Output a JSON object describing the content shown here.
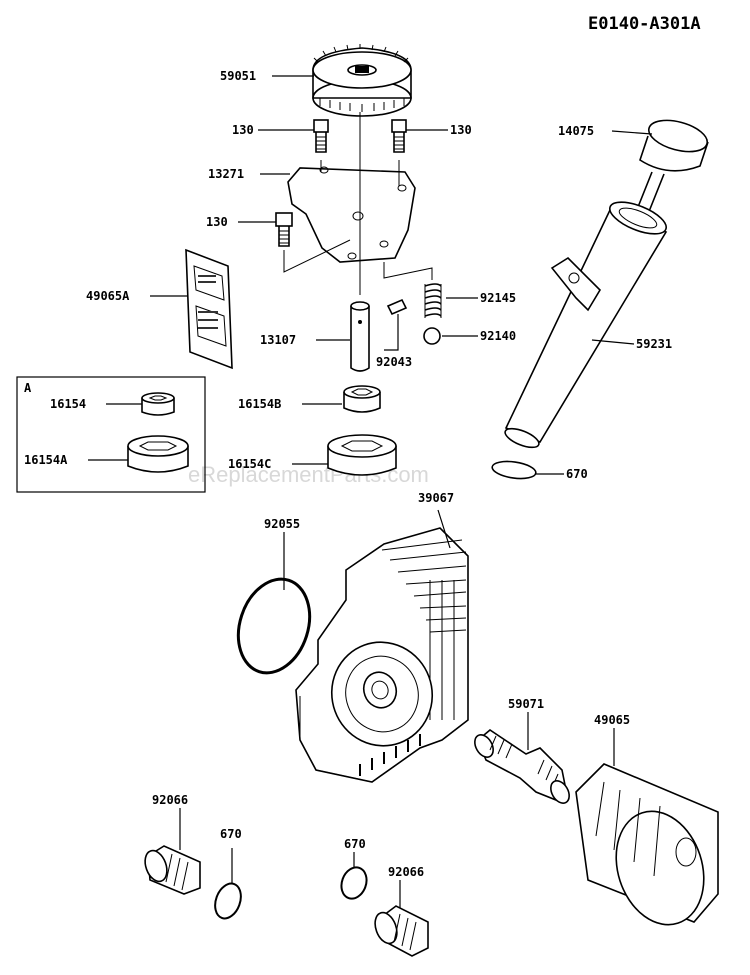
{
  "diagram_code": "E0140-A301A",
  "watermark": "eReplacementParts.com",
  "inset_label": "A",
  "parts": [
    {
      "id": "p59051",
      "number": "59051"
    },
    {
      "id": "p130a",
      "number": "130"
    },
    {
      "id": "p130b",
      "number": "130"
    },
    {
      "id": "p13271",
      "number": "13271"
    },
    {
      "id": "p130c",
      "number": "130"
    },
    {
      "id": "p14075",
      "number": "14075"
    },
    {
      "id": "p49065A",
      "number": "49065A"
    },
    {
      "id": "p92145",
      "number": "92145"
    },
    {
      "id": "p13107",
      "number": "13107"
    },
    {
      "id": "p92140",
      "number": "92140"
    },
    {
      "id": "p92043",
      "number": "92043"
    },
    {
      "id": "p59231",
      "number": "59231"
    },
    {
      "id": "p16154",
      "number": "16154"
    },
    {
      "id": "p16154B",
      "number": "16154B"
    },
    {
      "id": "p16154A",
      "number": "16154A"
    },
    {
      "id": "p16154C",
      "number": "16154C"
    },
    {
      "id": "p670a",
      "number": "670"
    },
    {
      "id": "p39067",
      "number": "39067"
    },
    {
      "id": "p92055",
      "number": "92055"
    },
    {
      "id": "p59071",
      "number": "59071"
    },
    {
      "id": "p49065",
      "number": "49065"
    },
    {
      "id": "p92066a",
      "number": "92066"
    },
    {
      "id": "p670b",
      "number": "670"
    },
    {
      "id": "p670c",
      "number": "670"
    },
    {
      "id": "p92066b",
      "number": "92066"
    }
  ]
}
